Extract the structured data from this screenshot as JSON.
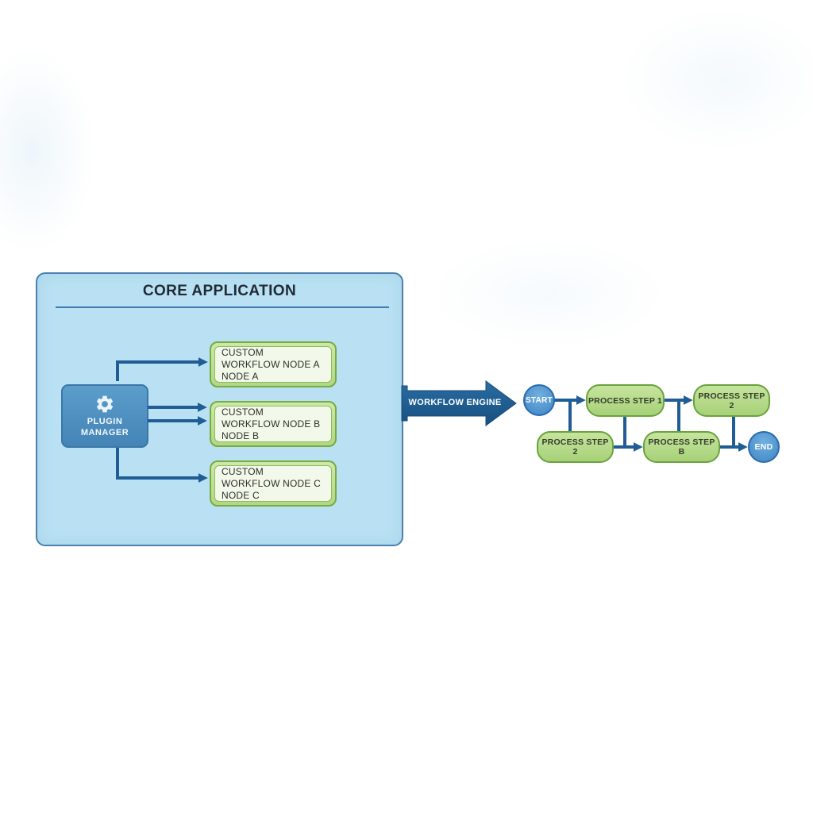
{
  "diagram": {
    "core_application": {
      "title": "CORE APPLICATION",
      "plugin_manager": {
        "line1": "PLUGIN",
        "line2": "MANAGER",
        "icon": "gear-icon"
      },
      "nodes": [
        {
          "line1": "CUSTOM",
          "line2": "WORKFLOW NODE A",
          "line3": "NODE A"
        },
        {
          "line1": "CUSTOM",
          "line2": "WORKFLOW NODE B",
          "line3": "NODE B"
        },
        {
          "line1": "CUSTOM",
          "line2": "WORKFLOW NODE C",
          "line3": "NODE C"
        }
      ]
    },
    "engine_arrow": {
      "label": "WORKFLOW ENGINE"
    },
    "flowchart": {
      "start_label": "START",
      "end_label": "END",
      "step1": "PROCESS STEP 1",
      "step2_top": "PROCESS STEP 2",
      "step2_bottom": "PROCESS STEP 2",
      "stepB": "PROCESS STEP B"
    },
    "colors": {
      "core_fill": "#b9e1f3",
      "core_border": "#4a80ab",
      "divider": "#3e7cb1",
      "plugin_border": "#3a77a6",
      "node_border": "#79ab43",
      "node_inner_fill": "#f3f9ea",
      "connector": "#1f5d94",
      "circle_border": "#2a6bae",
      "step_border": "#69a33c"
    }
  }
}
